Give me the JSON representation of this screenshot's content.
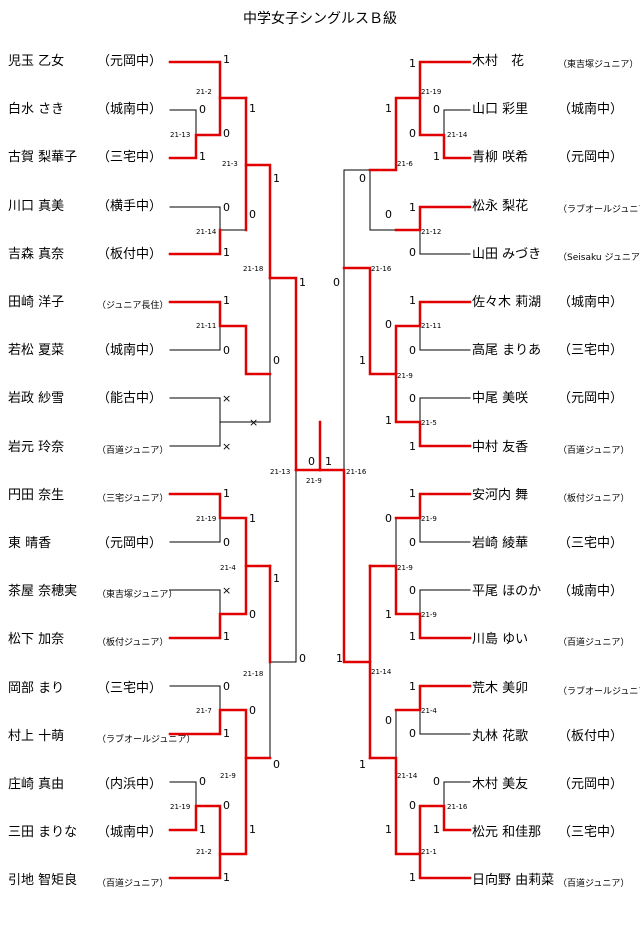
{
  "title": "中学女子シングルスＢ級",
  "left_players": [
    {
      "name": "児玉 乙女",
      "school": "（元岡中）",
      "small": false
    },
    {
      "name": "白水 さき",
      "school": "（城南中）",
      "small": false
    },
    {
      "name": "古賀 梨華子",
      "school": "（三宅中）",
      "small": false
    },
    {
      "name": "川口 真美",
      "school": "（横手中）",
      "small": false
    },
    {
      "name": "吉森 真奈",
      "school": "（板付中）",
      "small": false
    },
    {
      "name": "田崎 洋子",
      "school": "（ジュニア長住）",
      "small": true
    },
    {
      "name": "若松 夏菜",
      "school": "（城南中）",
      "small": false
    },
    {
      "name": "岩政 紗雪",
      "school": "（能古中）",
      "small": false
    },
    {
      "name": "岩元 玲奈",
      "school": "（百道ジュニア）",
      "small": true
    },
    {
      "name": "円田 奈生",
      "school": "（三宅ジュニア）",
      "small": true
    },
    {
      "name": "東 晴香",
      "school": "（元岡中）",
      "small": false
    },
    {
      "name": "茶屋 奈穂実",
      "school": "（東吉塚ジュニア）",
      "small": true
    },
    {
      "name": "松下 加奈",
      "school": "（板付ジュニア）",
      "small": true
    },
    {
      "name": "岡部 まり",
      "school": "（三宅中）",
      "small": false
    },
    {
      "name": "村上 十萌",
      "school": "（ラブオールジュニア）",
      "small": true
    },
    {
      "name": "庄崎 真由",
      "school": "（内浜中）",
      "small": false
    },
    {
      "name": "三田 まりな",
      "school": "（城南中）",
      "small": false
    },
    {
      "name": "引地 智矩良",
      "school": "（百道ジュニア）",
      "small": true
    }
  ],
  "right_players": [
    {
      "name": "木村　花",
      "school": "（東吉塚ジュニア）",
      "small": true
    },
    {
      "name": "山口 彩里",
      "school": "（城南中）",
      "small": false
    },
    {
      "name": "青柳 咲希",
      "school": "（元岡中）",
      "small": false
    },
    {
      "name": "松永 梨花",
      "school": "（ラブオールジュニア）",
      "small": true
    },
    {
      "name": "山田 みづき",
      "school": "（Seisaku ジュニア）",
      "small": true
    },
    {
      "name": "佐々木 莉湖",
      "school": "（城南中）",
      "small": false
    },
    {
      "name": "高尾 まりあ",
      "school": "（三宅中）",
      "small": false
    },
    {
      "name": "中尾 美咲",
      "school": "（元岡中）",
      "small": false
    },
    {
      "name": "中村 友香",
      "school": "（百道ジュニア）",
      "small": true
    },
    {
      "name": "安河内 舞",
      "school": "（板付ジュニア）",
      "small": true
    },
    {
      "name": "岩崎 綾華",
      "school": "（三宅中）",
      "small": false
    },
    {
      "name": "平尾 ほのか",
      "school": "（城南中）",
      "small": false
    },
    {
      "name": "川島 ゆい",
      "school": "（百道ジュニア）",
      "small": true
    },
    {
      "name": "荒木 美卯",
      "school": "（ラブオールジュニア）",
      "small": true
    },
    {
      "name": "丸林 花歌",
      "school": "（板付中）",
      "small": false
    },
    {
      "name": "木村 美友",
      "school": "（元岡中）",
      "small": false
    },
    {
      "name": "松元 和佳那",
      "school": "（三宅中）",
      "small": false
    },
    {
      "name": "日向野 由莉菜",
      "school": "（百道ジュニア）",
      "small": true
    }
  ],
  "colors": {
    "winner_line": "#e00000",
    "loser_line": "#000000"
  }
}
